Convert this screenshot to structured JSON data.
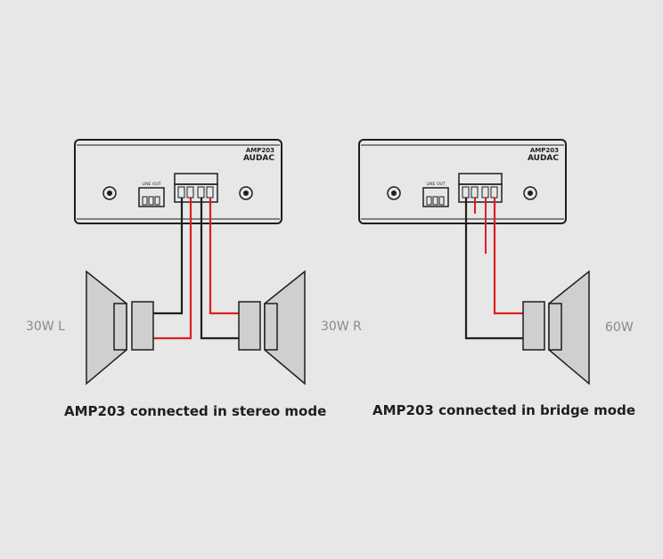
{
  "colors": {
    "background": "#e7e7e7",
    "outline": "#1e1e1e",
    "speaker_fill": "#cfcfcf",
    "positive_wire": "#d9211f",
    "negative_wire": "#1e1e1e",
    "label_gray": "#8a8a8a"
  },
  "stereo": {
    "amp": {
      "model": "AMP203",
      "brand": "AUDAC",
      "line_out": "LINE OUT"
    },
    "speaker_left_label": "30W L",
    "speaker_right_label": "30W R",
    "caption": "AMP203 connected in stereo mode"
  },
  "bridge": {
    "amp": {
      "model": "AMP203",
      "brand": "AUDAC",
      "line_out": "LINE OUT"
    },
    "speaker_label": "60W",
    "caption": "AMP203 connected in bridge mode"
  }
}
